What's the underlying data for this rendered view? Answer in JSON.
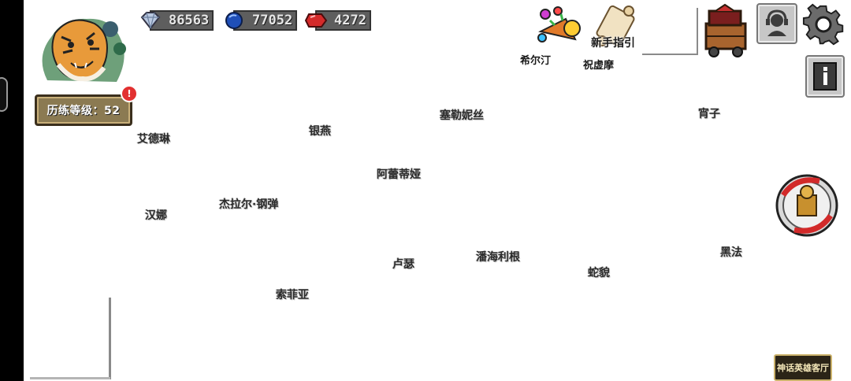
{
  "player": {
    "level_text": "历练等级：52",
    "alert_symbol": "!"
  },
  "currency": {
    "diamond": "86563",
    "sapphire": "77052",
    "ruby": "4272"
  },
  "top_icons": {
    "horn_label": "希尔汀",
    "guide_title": "新手指引",
    "guide_sub_label": "祝虚摩"
  },
  "map_names": {
    "n1": "艾德琳",
    "n2": "银燕",
    "n3": "塞勒妮丝",
    "n4": "宵子",
    "n5": "阿蕾蒂娅",
    "n6": "汉娜",
    "n7": "杰拉尔·钢弹",
    "n8": "卢瑟",
    "n9": "潘海利根",
    "n10": "蛇貌",
    "n11": "黑法",
    "n12": "索菲亚"
  },
  "hall_button": "神话英雄客厅",
  "colors": {
    "diamond": "#9fb5d6",
    "sapphire": "#1f4fb8",
    "ruby": "#d42a2a",
    "accent_gold": "#cbb26b"
  }
}
